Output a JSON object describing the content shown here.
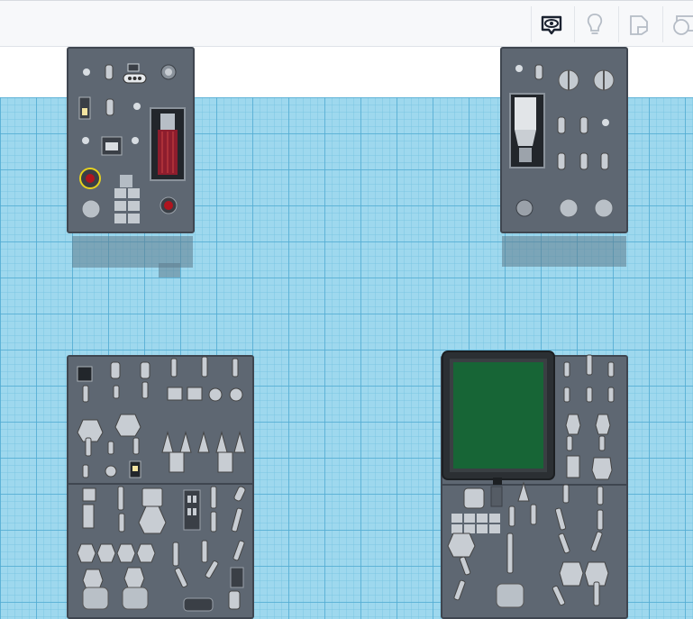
{
  "toolbar": {
    "tools": [
      {
        "name": "visibility-eye-icon",
        "active": true
      },
      {
        "name": "lightbulb-icon",
        "active": false
      },
      {
        "name": "shape-note-icon",
        "active": false
      },
      {
        "name": "group-shape-icon",
        "active": false
      }
    ]
  },
  "workplane": {
    "color": "#9ed8ee",
    "grid_color": "#50aad2"
  },
  "parts": [
    {
      "id": "panel-top-left",
      "color": "#5e6772"
    },
    {
      "id": "panel-top-right",
      "color": "#5e6772"
    },
    {
      "id": "panel-bottom-left",
      "color": "#5e6772"
    },
    {
      "id": "panel-bottom-right",
      "color": "#5e6772",
      "screen_color": "#176536"
    }
  ]
}
